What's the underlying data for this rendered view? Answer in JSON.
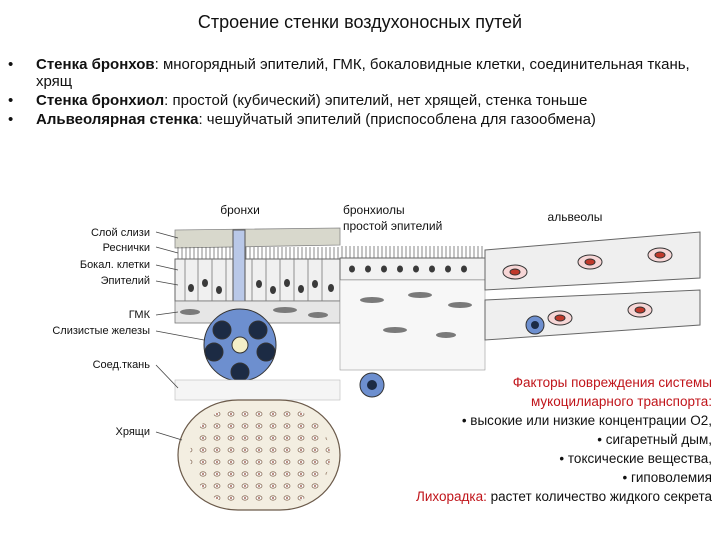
{
  "title": "Строение стенки воздухоносных путей",
  "bullets": [
    {
      "bold": "Стенка бронхов",
      "rest": ": многорядный эпителий, ГМК, бокаловидные клетки, соединительная ткань, хрящ"
    },
    {
      "bold": "Стенка бронхиол",
      "rest": ": простой (кубический) эпителий, нет хрящей, стенка тоньше"
    },
    {
      "bold": "Альвеолярная стенка",
      "rest": ": чешуйчатый эпителий (приспособлена для газообмена)"
    }
  ],
  "bullet_symbol": "•",
  "diagram": {
    "top_labels": {
      "bronchi": "бронхи",
      "bronchioles": "бронхиолы",
      "bronchioles_sub": "простой эпителий",
      "alveoli": "альвеолы"
    },
    "left_labels": {
      "mucus": "Слой слизи",
      "cilia": "Реснички",
      "goblet": "Бокал. клетки",
      "epithelium": "Эпителий",
      "smc": "ГМК",
      "glands": "Слизистые железы",
      "connective": "Соед.ткань",
      "cartilage": "Хрящи"
    },
    "colors": {
      "mucus": "#d6d6c8",
      "gland": "#6d8fcf",
      "cartilage": "#f3eee1",
      "rbc": "#c0392b",
      "accent_red": "#c0141a"
    }
  },
  "factors": {
    "heading_1": "Факторы повреждения системы",
    "heading_2": "мукоцилиарного транспорта:",
    "items": [
      "• высокие или низкие концентрации О2,",
      "• сигаретный дым,",
      "• токсические вещества,",
      "• гиповолемия"
    ],
    "fever_label": "Лихорадка:",
    "fever_text": " растет количество жидкого секрета"
  }
}
